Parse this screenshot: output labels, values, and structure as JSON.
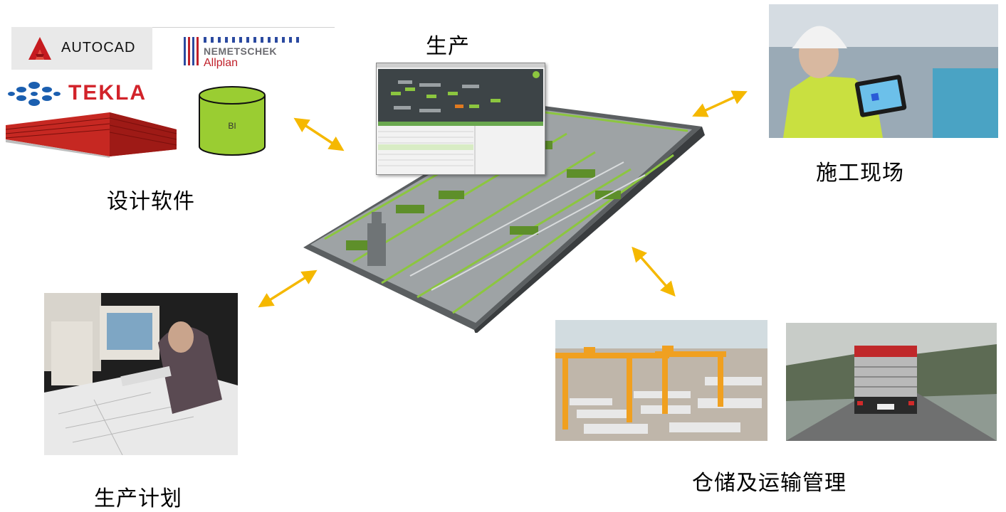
{
  "labels": {
    "design_software": "设计软件",
    "production": "生产",
    "construction_site": "施工现场",
    "production_plan": "生产计划",
    "storage_transport": "仓储及运输管理"
  },
  "logos": {
    "autocad": "AUTOCAD",
    "nemetschek": "NEMETSCHEK",
    "allplan": "Allplan",
    "tekla": "TEKLA",
    "database": "BI"
  },
  "colors": {
    "arrow": "#f5b800",
    "autocad_red": "#c61b1f",
    "tekla_red": "#d2232a",
    "tekla_blue": "#1b5fb0",
    "database_green": "#9acd32",
    "factory_green": "#8cc63f"
  },
  "icons": {
    "arrow": "double-headed-arrow"
  }
}
